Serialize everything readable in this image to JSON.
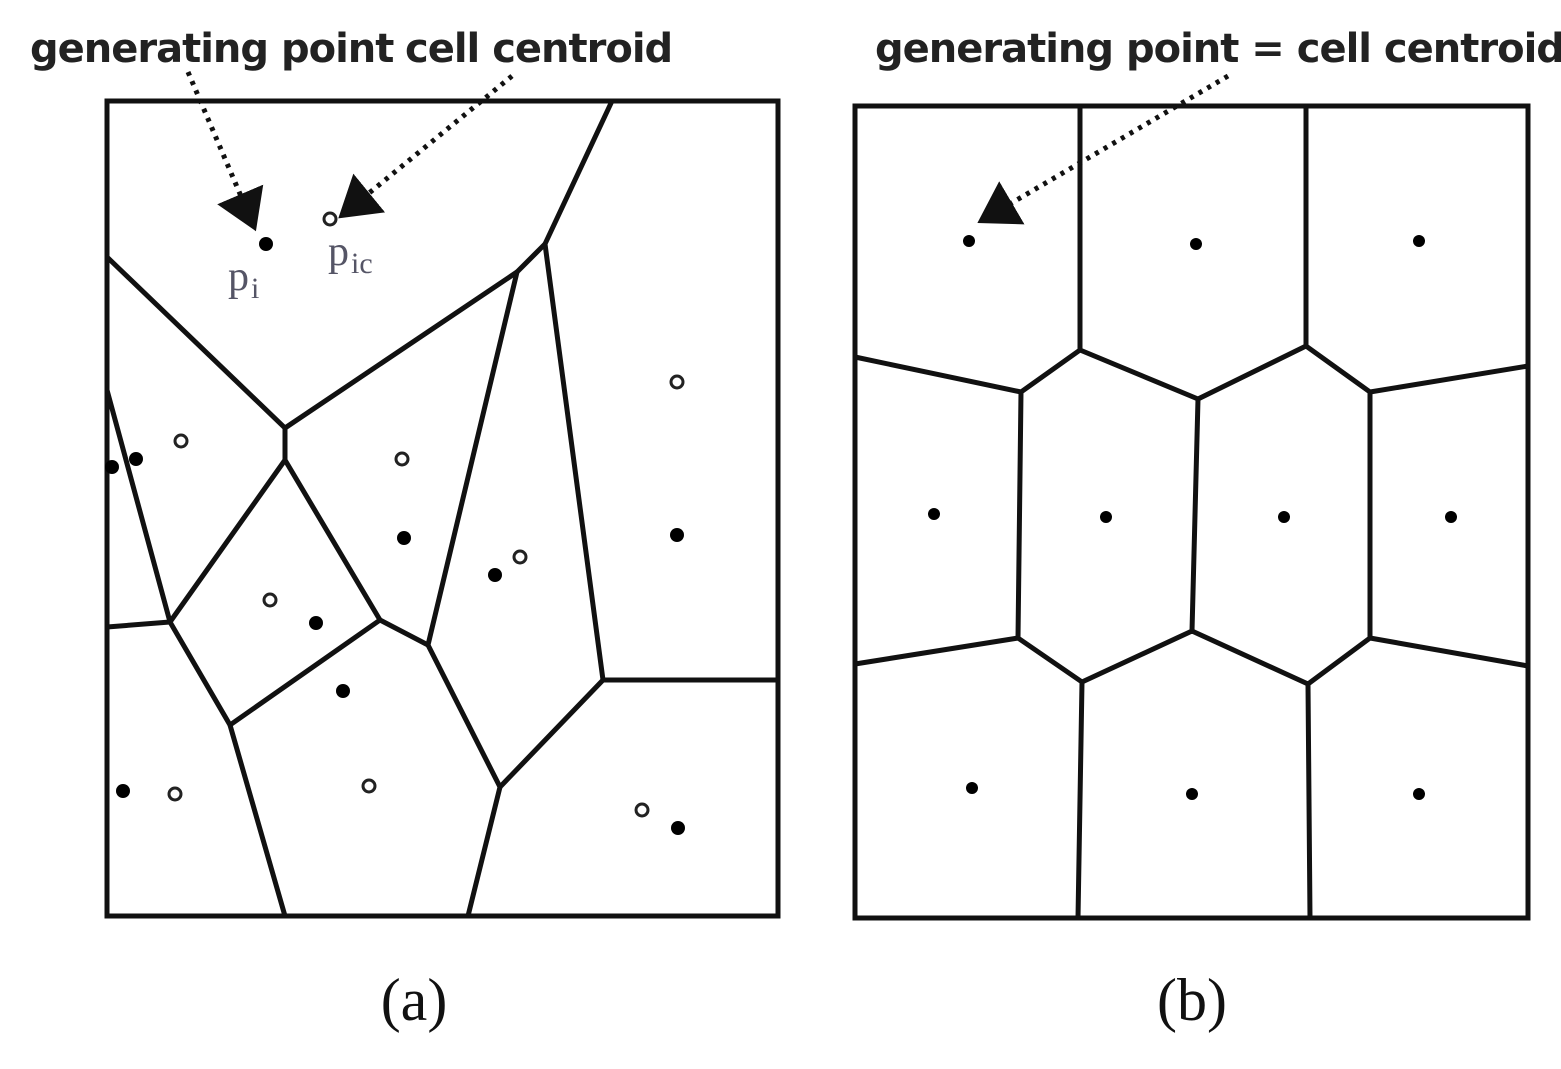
{
  "panel_a": {
    "generating_point_label": "generating point",
    "cell_centroid_label": "cell centroid",
    "pi_label": "p",
    "pi_sub": "i",
    "pic_label": "p",
    "pic_sub": "ic",
    "caption": "(a)"
  },
  "panel_b": {
    "combined_label": "generating point = cell centroid",
    "caption": "(b)"
  }
}
